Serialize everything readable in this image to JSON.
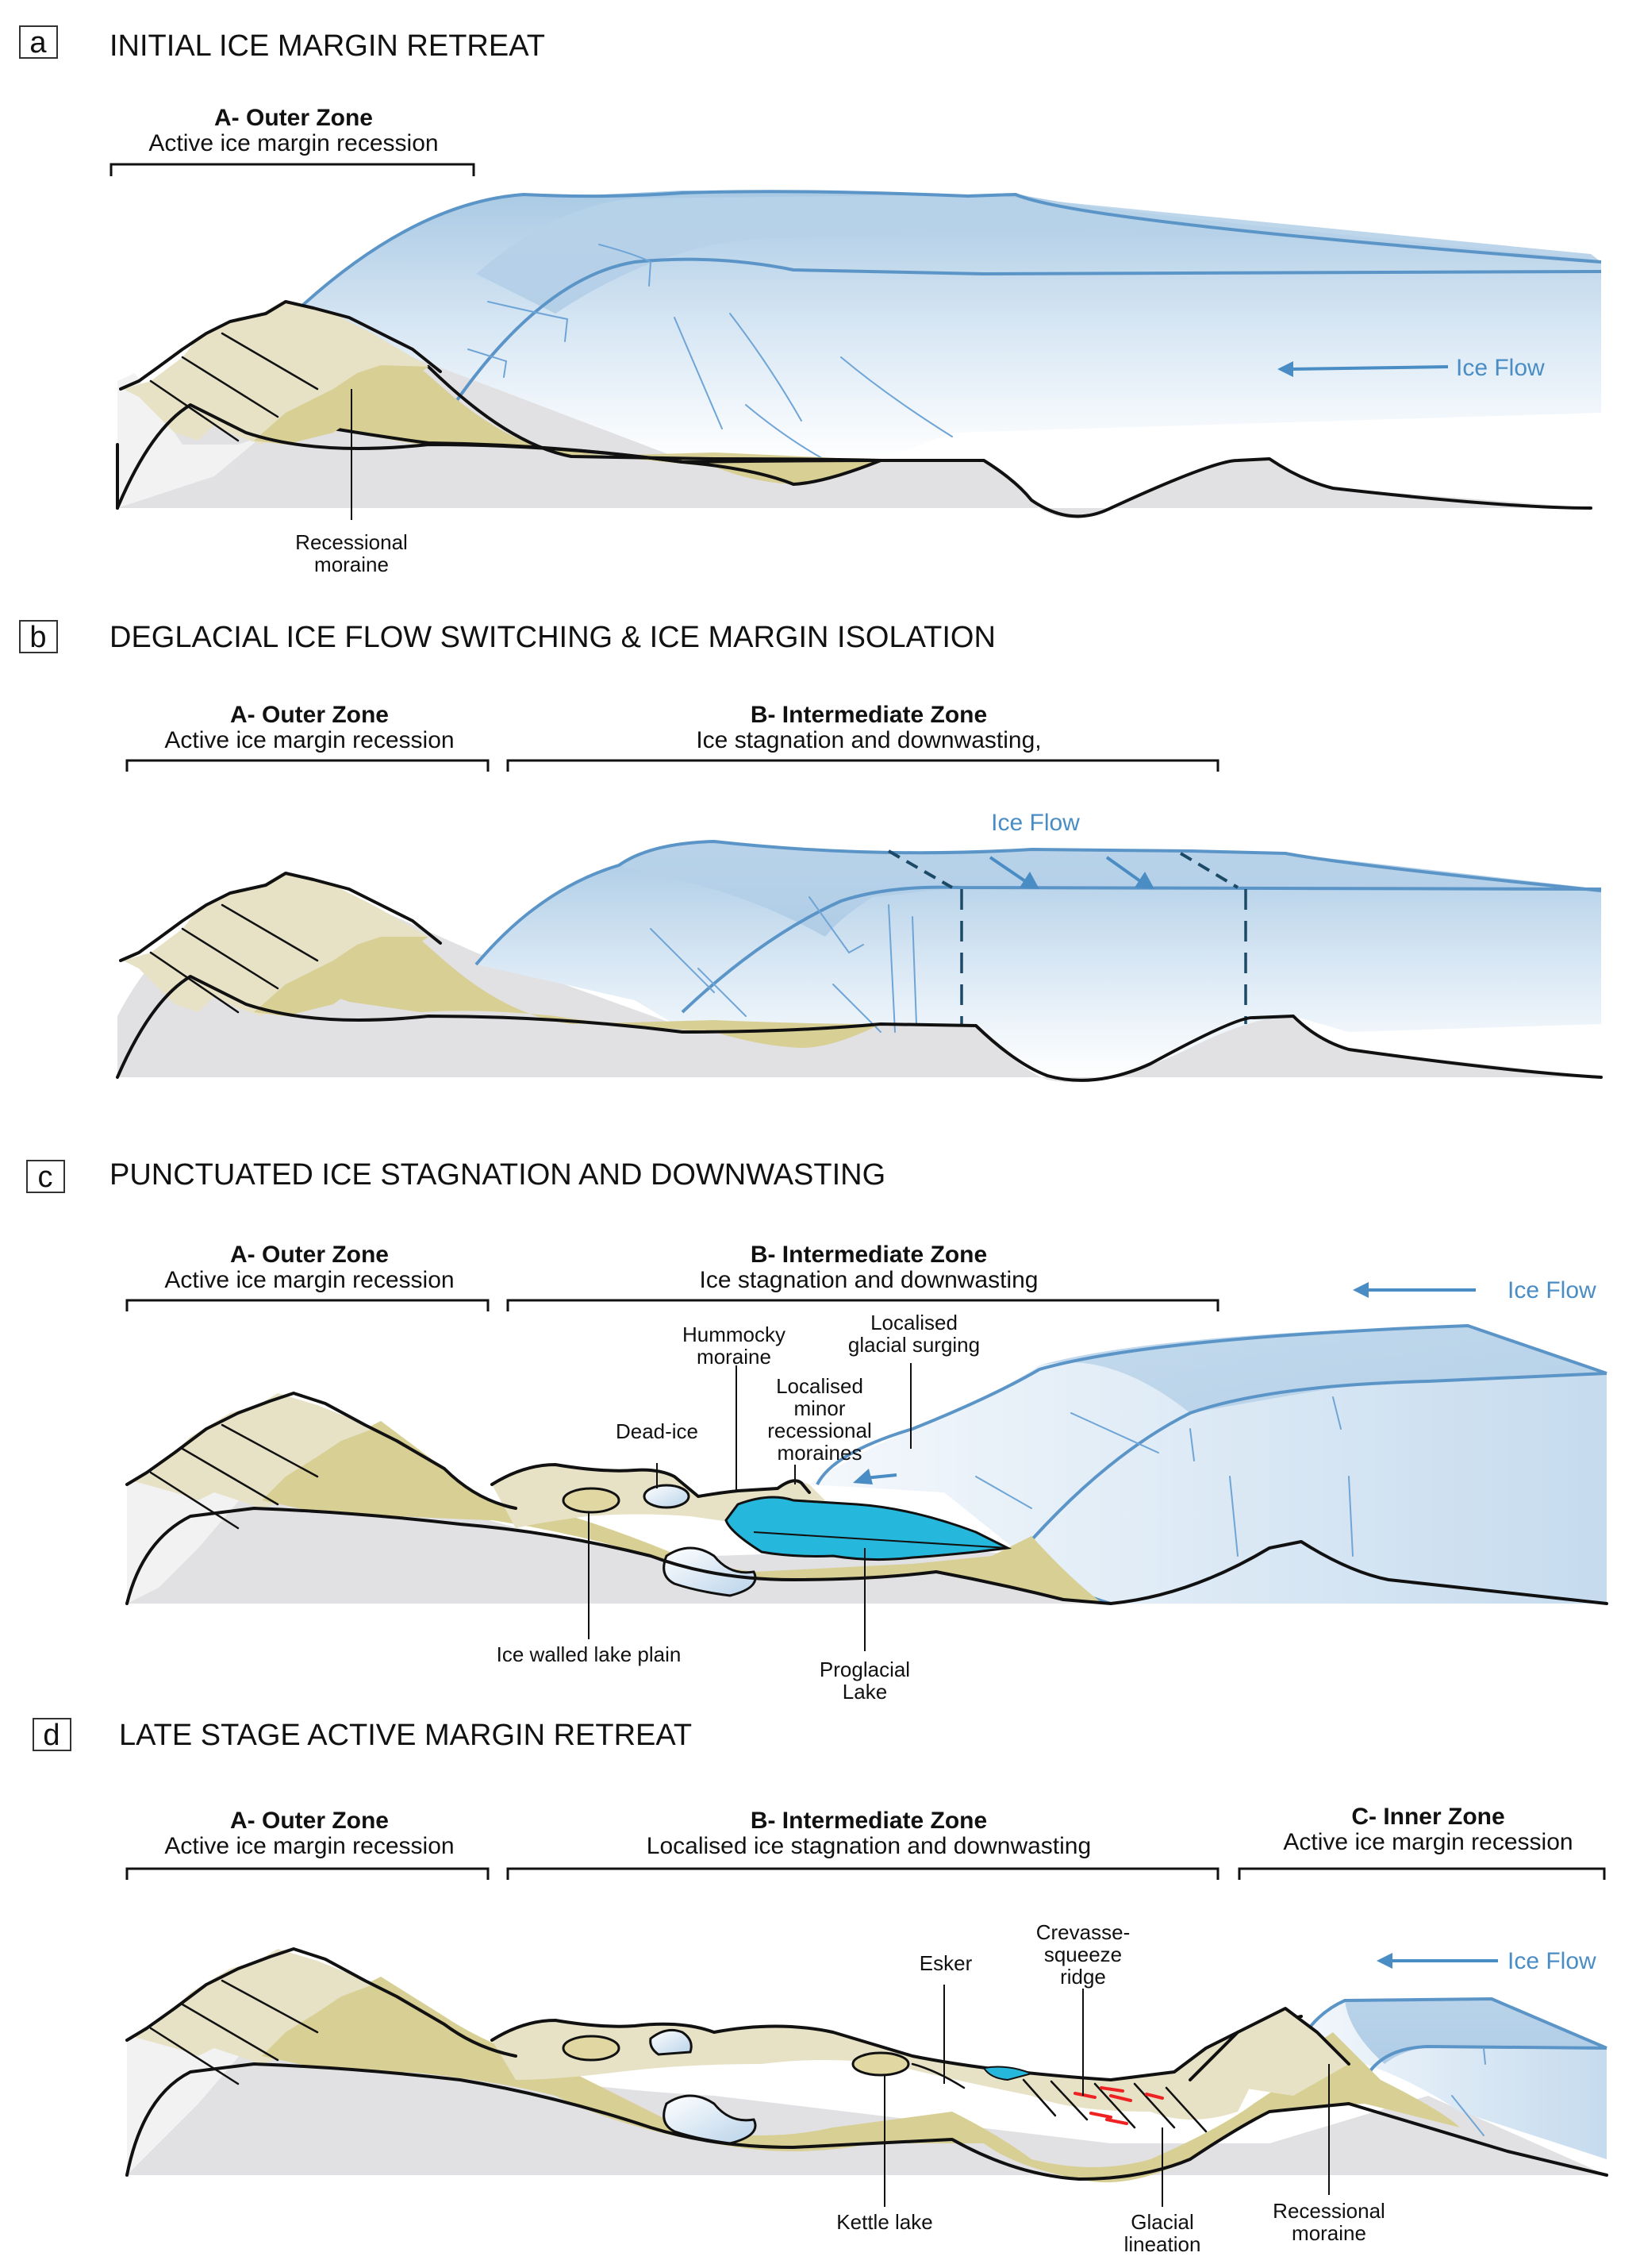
{
  "colors": {
    "ground": "#e1e1e3",
    "ground_light": "#f1f1f2",
    "bedrock_tan": "#e7e2c6",
    "sediment_tan": "#d8cf94",
    "ice_top": "#b3cfe6",
    "ice_edge": "#5b95c8",
    "flow_text": "#4a8cc4",
    "lake": "#25b8dc",
    "crevasse_squeeze": "#ee2222",
    "divide_dashes": "#1c4a66"
  },
  "panels": [
    {
      "letter": "a",
      "title": "INITIAL ICE MARGIN RETREAT",
      "zones": [
        {
          "name": "A- Outer Zone",
          "desc": "Active ice margin recession"
        }
      ],
      "ice_flow_label": "Ice Flow",
      "callouts": [
        {
          "text_lines": [
            "Recessional",
            "moraine"
          ]
        }
      ]
    },
    {
      "letter": "b",
      "title": "DEGLACIAL ICE FLOW SWITCHING & ICE MARGIN ISOLATION",
      "zones": [
        {
          "name": "A- Outer Zone",
          "desc": "Active ice margin recession"
        },
        {
          "name": "B- Intermediate Zone",
          "desc": "Ice stagnation and downwasting,"
        }
      ],
      "ice_flow_label": "Ice Flow",
      "callouts": []
    },
    {
      "letter": "c",
      "title": "PUNCTUATED ICE STAGNATION AND DOWNWASTING",
      "zones": [
        {
          "name": "A- Outer Zone",
          "desc": "Active ice margin recession"
        },
        {
          "name": "B- Intermediate Zone",
          "desc": "Ice stagnation and downwasting"
        }
      ],
      "ice_flow_label": "Ice Flow",
      "callouts": [
        {
          "text_lines": [
            "Hummocky",
            "moraine"
          ]
        },
        {
          "text_lines": [
            "Localised",
            "glacial surging"
          ]
        },
        {
          "text_lines": [
            "Localised",
            "minor",
            "recessional",
            "moraines"
          ]
        },
        {
          "text_lines": [
            "Dead-ice"
          ]
        },
        {
          "text_lines": [
            "Ice walled lake plain"
          ]
        },
        {
          "text_lines": [
            "Proglacial",
            "Lake"
          ]
        }
      ]
    },
    {
      "letter": "d",
      "title": "LATE STAGE ACTIVE MARGIN RETREAT",
      "zones": [
        {
          "name": "A- Outer Zone",
          "desc": "Active ice margin recession"
        },
        {
          "name": "B- Intermediate Zone",
          "desc": "Localised ice stagnation and downwasting"
        },
        {
          "name": "C- Inner Zone",
          "desc": "Active ice margin recession"
        }
      ],
      "ice_flow_label": "Ice Flow",
      "callouts": [
        {
          "text_lines": [
            "Esker"
          ]
        },
        {
          "text_lines": [
            "Crevasse-",
            "squeeze",
            "ridge"
          ]
        },
        {
          "text_lines": [
            "Kettle lake"
          ]
        },
        {
          "text_lines": [
            "Glacial",
            "lineation"
          ]
        },
        {
          "text_lines": [
            "Recessional",
            "moraine"
          ]
        }
      ]
    }
  ]
}
